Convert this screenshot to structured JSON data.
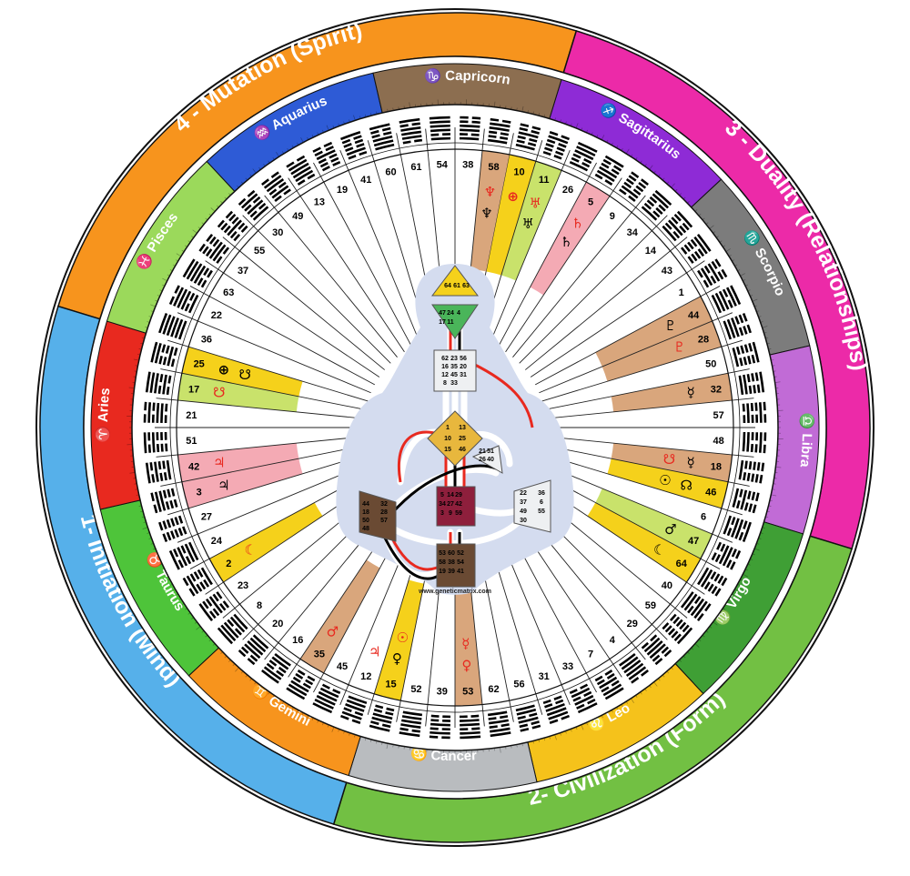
{
  "quarters": [
    {
      "label": "4 - Mutation (Spirit)",
      "color": "#f7941d"
    },
    {
      "label": "3 - Duality (Relationships)",
      "color": "#ec2aa8"
    },
    {
      "label": "2- Civilization (Form)",
      "color": "#72c043"
    },
    {
      "label": "1- Initiation (Mind)",
      "color": "#56b0ea"
    }
  ],
  "signs": [
    {
      "name": "Sagittarius",
      "glyph": "♐",
      "color": "#8e2bd6"
    },
    {
      "name": "Scorpio",
      "glyph": "♏",
      "color": "#7c7c7c"
    },
    {
      "name": "Libra",
      "glyph": "♎",
      "color": "#c16bd6"
    },
    {
      "name": "Virgo",
      "glyph": "♍",
      "color": "#3f9f35"
    },
    {
      "name": "Leo",
      "glyph": "♌",
      "color": "#f5c21b"
    },
    {
      "name": "Cancer",
      "glyph": "♋",
      "color": "#b9bcbf"
    },
    {
      "name": "Gemini",
      "glyph": "♊",
      "color": "#f7941d"
    },
    {
      "name": "Taurus",
      "glyph": "♉",
      "color": "#4ec43a"
    },
    {
      "name": "Aries",
      "glyph": "♈",
      "color": "#e8291f"
    },
    {
      "name": "Pisces",
      "glyph": "♓",
      "color": "#9bd95b"
    },
    {
      "name": "Aquarius",
      "glyph": "♒",
      "color": "#2e5bd6"
    },
    {
      "name": "Capricorn",
      "glyph": "♑",
      "color": "#8c6e50"
    }
  ],
  "gates": [
    "10",
    "11",
    "26",
    "5",
    "9",
    "34",
    "14",
    "43",
    "1",
    "44",
    "28",
    "50",
    "32",
    "57",
    "48",
    "18",
    "46",
    "6",
    "47",
    "64",
    "40",
    "59",
    "29",
    "4",
    "7",
    "33",
    "31",
    "56",
    "62",
    "53",
    "39",
    "52",
    "15",
    "12",
    "45",
    "35",
    "16",
    "20",
    "8",
    "23",
    "2",
    "24",
    "27",
    "3",
    "42",
    "51",
    "21",
    "17",
    "25",
    "36",
    "22",
    "63",
    "37",
    "55",
    "30",
    "49",
    "13",
    "19",
    "41",
    "60",
    "61",
    "54",
    "38",
    "58"
  ],
  "highlights": [
    {
      "gate": "58",
      "color": "#d9a67c",
      "symbols": [
        {
          "g": "♆",
          "c": "#e8291f"
        },
        {
          "g": "♆",
          "c": "#000000"
        }
      ]
    },
    {
      "gate": "10",
      "color": "#f5d11b",
      "symbols": [
        {
          "g": "⊕",
          "c": "#e8291f"
        }
      ]
    },
    {
      "gate": "11",
      "color": "#c9e26b",
      "symbols": [
        {
          "g": "♅",
          "c": "#e8291f"
        },
        {
          "g": "♅",
          "c": "#000000"
        }
      ]
    },
    {
      "gate": "5",
      "color": "#f4aab4",
      "symbols": [
        {
          "g": "♄",
          "c": "#e8291f"
        },
        {
          "g": "♄",
          "c": "#000000"
        }
      ]
    },
    {
      "gate": "44",
      "color": "#d9a67c",
      "symbols": [
        {
          "g": "♇",
          "c": "#000000"
        }
      ]
    },
    {
      "gate": "28",
      "color": "#d9a67c",
      "symbols": [
        {
          "g": "♇",
          "c": "#e8291f"
        }
      ]
    },
    {
      "gate": "32",
      "color": "#d9a67c",
      "symbols": [
        {
          "g": "☿",
          "c": "#000000"
        }
      ]
    },
    {
      "gate": "18",
      "color": "#d9a67c",
      "symbols": [
        {
          "g": "☿",
          "c": "#000000"
        },
        {
          "g": "☋",
          "c": "#e8291f"
        }
      ]
    },
    {
      "gate": "46",
      "color": "#f5d11b",
      "symbols": [
        {
          "g": "☊",
          "c": "#000000"
        },
        {
          "g": "☉",
          "c": "#000000"
        }
      ]
    },
    {
      "gate": "47",
      "color": "#c9e26b",
      "symbols": [
        {
          "g": "♂",
          "c": "#000000"
        }
      ]
    },
    {
      "gate": "64",
      "color": "#f5d11b",
      "symbols": [
        {
          "g": "☾",
          "c": "#000000"
        }
      ]
    },
    {
      "gate": "53",
      "color": "#d9a67c",
      "symbols": [
        {
          "g": "♀",
          "c": "#e8291f"
        },
        {
          "g": "☿",
          "c": "#e8291f"
        }
      ]
    },
    {
      "gate": "15",
      "color": "#f5d11b",
      "symbols": [
        {
          "g": "♀",
          "c": "#000000"
        },
        {
          "g": "☉",
          "c": "#e8291f"
        }
      ]
    },
    {
      "gate": "35",
      "color": "#d9a67c",
      "symbols": [
        {
          "g": "♂",
          "c": "#e8291f"
        }
      ]
    },
    {
      "gate": "2",
      "color": "#f5d11b",
      "symbols": [
        {
          "g": "☾",
          "c": "#e8291f"
        }
      ]
    },
    {
      "gate": "42",
      "color": "#f4aab4",
      "symbols": [
        {
          "g": "♃",
          "c": "#e8291f"
        }
      ]
    },
    {
      "gate": "3",
      "color": "#f4aab4",
      "symbols": [
        {
          "g": "♃",
          "c": "#000000"
        }
      ]
    },
    {
      "gate": "17",
      "color": "#c9e26b",
      "symbols": [
        {
          "g": "☋",
          "c": "#e8291f"
        }
      ]
    },
    {
      "gate": "25",
      "color": "#f5d11b",
      "symbols": [
        {
          "g": "⊕",
          "c": "#000000"
        },
        {
          "g": "☋",
          "c": "#000000"
        }
      ]
    }
  ],
  "extra_symbols": [
    {
      "gate": "12",
      "g": "♃",
      "c": "#e8291f"
    }
  ],
  "bodygraph": {
    "url": "www.geneticmatrix.com",
    "head_gates": [
      "64",
      "61",
      "63"
    ],
    "ajna_gates": [
      "47",
      "24",
      "4",
      "17",
      "11"
    ],
    "throat_gates": [
      "62",
      "23",
      "56",
      "16",
      "35",
      "20",
      "12",
      "45",
      "31",
      "8",
      "33"
    ],
    "g_gates": [
      "1",
      "13",
      "10",
      "25",
      "15",
      "46"
    ],
    "ego_gates": [
      "21",
      "51",
      "26",
      "40"
    ],
    "spleen_gates": [
      "44",
      "32",
      "18",
      "28",
      "50",
      "57",
      "48"
    ],
    "sacral_gates": [
      "5",
      "14",
      "29",
      "34",
      "27",
      "42",
      "3",
      "9",
      "59"
    ],
    "solar_gates": [
      "22",
      "36",
      "37",
      "6",
      "49",
      "55",
      "30"
    ],
    "root_gates": [
      "53",
      "60",
      "52",
      "58",
      "38",
      "54",
      "19",
      "39",
      "41"
    ]
  }
}
